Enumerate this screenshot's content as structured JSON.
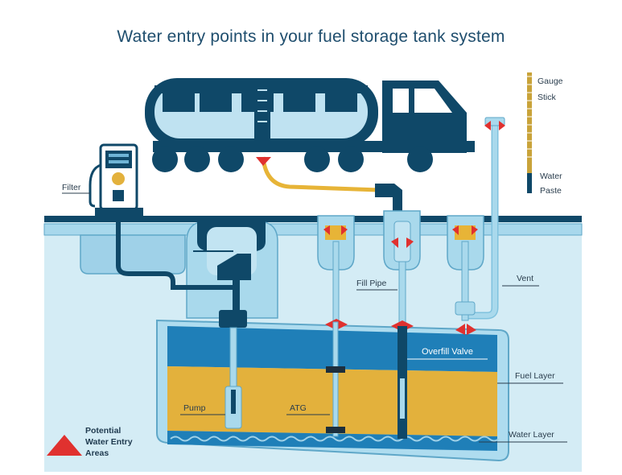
{
  "title": "Water entry points in your fuel storage tank system",
  "labels": {
    "gauge_line1": "Gauge",
    "gauge_line2": "Stick",
    "water_paste_line1": "Water",
    "water_paste_line2": "Paste",
    "filter": "Filter",
    "fill_pipe": "Fill Pipe",
    "vent": "Vent",
    "overfill_valve": "Overfill Valve",
    "fuel_layer": "Fuel Layer",
    "pump": "Pump",
    "atg": "ATG",
    "water_layer": "Water Layer"
  },
  "legend": {
    "line1": "Potential",
    "line2": "Water Entry",
    "line3": "Areas"
  },
  "colors": {
    "navy": "#0f4868",
    "ground": "#cfe9f3",
    "pipe": "#a5d6ea",
    "fuel": "#e3b13c",
    "water": "#1f7fb8",
    "hose": "#e7b437",
    "warning": "#e0312f"
  }
}
